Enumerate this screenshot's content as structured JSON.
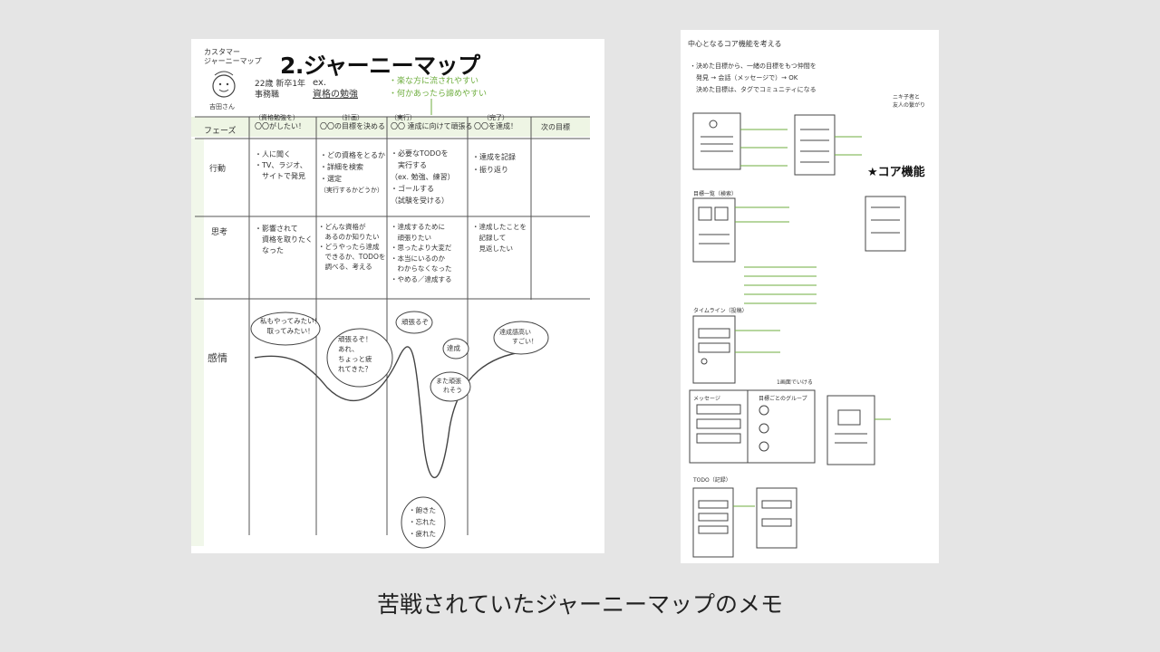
{
  "left_sheet": {
    "title": "2.ジャーニーマップ",
    "persona": {
      "header_lines": [
        "カスタマー",
        "ジャーニーマップ"
      ],
      "profile_lines": [
        "22歳 新卒1年",
        "事務職"
      ],
      "name": "吉田さん",
      "example_lines": [
        "ex.",
        "資格の勉強"
      ],
      "green_notes": [
        "・楽な方に流されやすい",
        "・何かあったら諦めやすい"
      ]
    },
    "phase_header_label": "フェーズ",
    "phases": [
      {
        "sub": "（資格勉強を）",
        "label": "〇〇がしたい！"
      },
      {
        "sub": "（計画）",
        "label": "〇〇の目標を決める"
      },
      {
        "sub": "（実行）",
        "label": "〇〇 達成に向けて頑張る"
      },
      {
        "sub": "（完了）",
        "label": "〇〇を達成！"
      },
      {
        "sub": "",
        "label": "次の目標"
      }
    ],
    "rows": [
      {
        "label": "行動",
        "cells": [
          [
            "・人に聞く",
            "・TV、ラジオ、",
            "　サイトで発見"
          ],
          [
            "・どの資格をとるか",
            "・詳細を検索",
            "・選定",
            "（実行するかどうか）"
          ],
          [
            "・必要なTODOを",
            "　実行する",
            "（ex. 勉強、練習）",
            "・ゴールする",
            "（試験を受ける）"
          ],
          [
            "・達成を記録",
            "・振り返り"
          ],
          []
        ]
      },
      {
        "label": "思考",
        "cells": [
          [
            "・影響されて",
            "　資格を取りたく",
            "　なった"
          ],
          [
            "・どんな資格が",
            "　あるのか知りたい",
            "・どうやったら達成",
            "　できるか、TODOを",
            "　調べる、考える"
          ],
          [
            "・達成するために",
            "　頑張りたい",
            "・思ったより大変だ",
            "・本当にいるのか",
            "　わからなくなった",
            "・やめる／達成する"
          ],
          [
            "・達成したことを",
            "　記録して",
            "　見返したい"
          ],
          []
        ]
      }
    ],
    "emotion_label": "感情",
    "emotion_bubbles": [
      [
        "私もやってみたい！",
        "取ってみたい！"
      ],
      [
        "頑張るぞ！",
        "あれ、",
        "ちょっと疲",
        "れてきた？"
      ],
      [
        "頑張るぞ"
      ],
      [
        "達成"
      ],
      [
        "また頑張",
        "れそう"
      ],
      [
        "達成感高い",
        "すごい！"
      ],
      [
        "・飽きた",
        "・忘れた",
        "・疲れた"
      ]
    ]
  },
  "right_sheet": {
    "heading": "中心となるコア機能を考える",
    "intro_lines": [
      "・決めた目標から、一緒の目標をもつ仲間を",
      "　発見 → 会話（メッセージで）→ OK",
      "　決めた目標は、タグでコミュニティになる"
    ],
    "side_note": [
      "ニキ子者と",
      "友人の繋がり"
    ],
    "screen_labels": [
      "目標一覧（検索）",
      "タイムライン（投稿）",
      "メッセージ",
      "目標ごとのグループ",
      "TODO（記録）"
    ],
    "one_screen_note": "1画面でいける",
    "core_label": "★コア機能"
  },
  "caption": "苦戦されていたジャーニーマップのメモ"
}
